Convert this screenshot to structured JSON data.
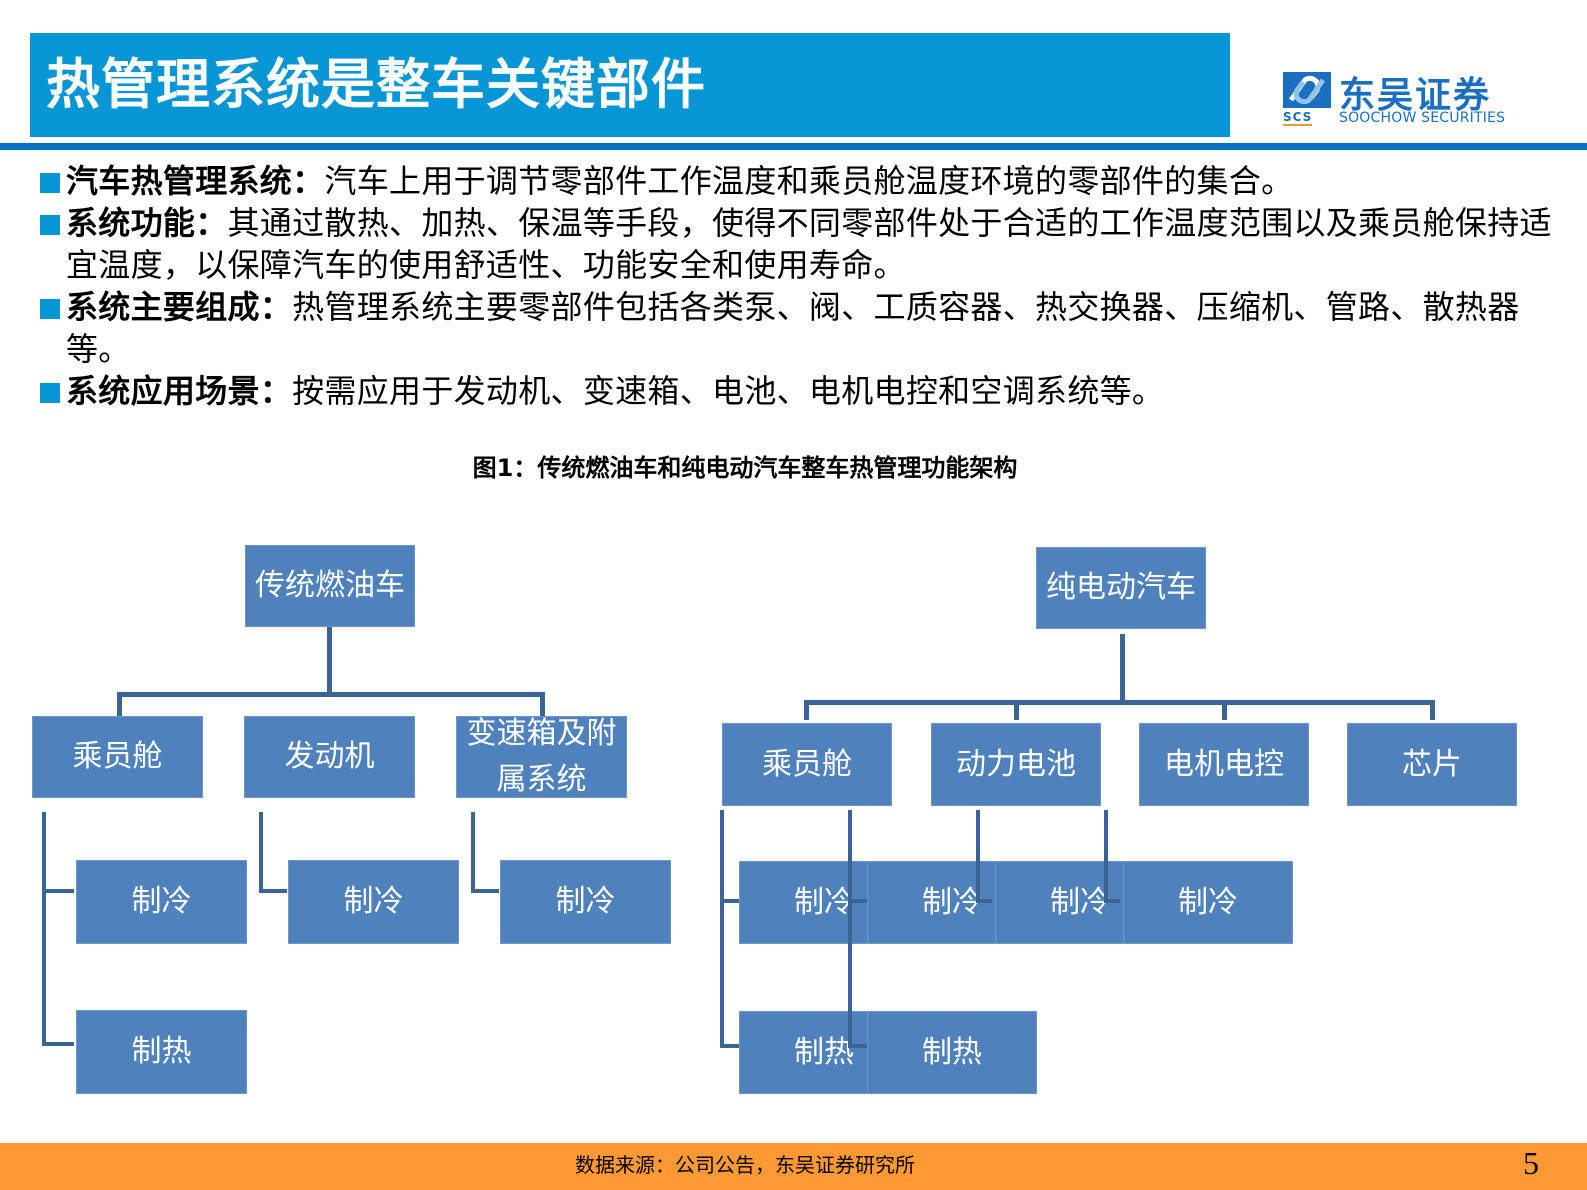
{
  "header": {
    "title": "热管理系统是整车关键部件",
    "logo": {
      "cn": "东吴证券",
      "en": "SOOCHOW SECURITIES",
      "mark": "SCS"
    }
  },
  "bullets": [
    {
      "term": "汽车热管理系统",
      "sep": "：",
      "text": "汽车上用于调节零部件工作温度和乘员舱温度环境的零部件的集合。"
    },
    {
      "term": "系统功能",
      "sep": "：",
      "text": "其通过散热、加热、保温等手段，使得不同零部件处于合适的工作温度范围以及乘员舱保持适宜温度，以保障汽车的使用舒适性、功能安全和使用寿命。"
    },
    {
      "term": "系统主要组成",
      "sep": "：",
      "text": "热管理系统主要零部件包括各类泵、阀、工质容器、热交换器、压缩机、管路、散热器等。"
    },
    {
      "term": "系统应用场景",
      "sep": "：",
      "text": "按需应用于发动机、变速箱、电池、电机电控和空调系统等。"
    }
  ],
  "figure": {
    "caption": "图1：传统燃油车和纯电动汽车整车热管理功能架构",
    "trees": [
      {
        "root": "传统燃油车",
        "children": [
          {
            "label": "乘员舱",
            "leaves": [
              "制冷",
              "制热"
            ]
          },
          {
            "label": "发动机",
            "leaves": [
              "制冷"
            ]
          },
          {
            "label": "变速箱及附属系统",
            "leaves": [
              "制冷"
            ]
          }
        ]
      },
      {
        "root": "纯电动汽车",
        "children": [
          {
            "label": "乘员舱",
            "leaves": [
              "制冷",
              "制热"
            ]
          },
          {
            "label": "动力电池",
            "leaves": [
              "制冷",
              "制热"
            ]
          },
          {
            "label": "电机电控",
            "leaves": [
              "制冷"
            ]
          },
          {
            "label": "芯片",
            "leaves": [
              "制冷"
            ]
          }
        ]
      }
    ]
  },
  "footer": {
    "source": "数据来源：公司公告，东吴证券研究所",
    "page": "5"
  },
  "colors": {
    "title_bar": "#0696d6",
    "rule": "#0071c1",
    "node_fill": "#4f81bd",
    "connector": "#3b6494",
    "footer": "#ff9933"
  }
}
